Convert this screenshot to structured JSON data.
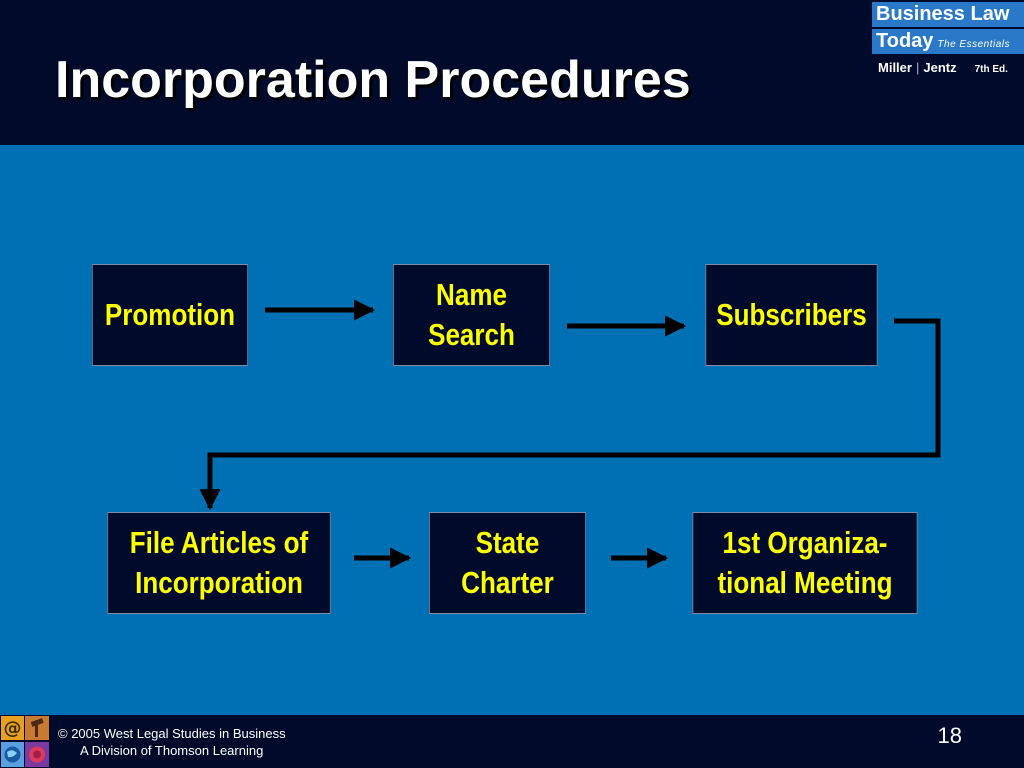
{
  "slide": {
    "title": "Incorporation Procedures",
    "page_number": "18"
  },
  "logo": {
    "line1": "Business Law",
    "line2": "Today",
    "tagline": "The Essentials",
    "authors_left": "Miller",
    "authors_right": "Jentz",
    "edition": "7th Ed."
  },
  "footer": {
    "copyright": "© 2005 West Legal Studies in Business",
    "division": "A Division of Thomson Learning"
  },
  "flowchart": {
    "steps": [
      {
        "id": "promotion",
        "label": "Promotion"
      },
      {
        "id": "name-search",
        "label": "Name\nSearch"
      },
      {
        "id": "subscribers",
        "label": "Subscribers"
      },
      {
        "id": "file-articles",
        "label": "File Articles of\nIncorporation"
      },
      {
        "id": "state-charter",
        "label": "State\nCharter"
      },
      {
        "id": "organizational-meeting",
        "label": "1st Organiza-\ntional Meeting"
      }
    ],
    "edges": [
      {
        "from": "promotion",
        "to": "name-search"
      },
      {
        "from": "name-search",
        "to": "subscribers"
      },
      {
        "from": "subscribers",
        "to": "file-articles"
      },
      {
        "from": "file-articles",
        "to": "state-charter"
      },
      {
        "from": "state-charter",
        "to": "organizational-meeting"
      }
    ]
  },
  "colors": {
    "header_bg": "#000a2a",
    "body_bg": "#0070b4",
    "box_bg": "#000a2a",
    "box_text": "#ffff00",
    "title_text": "#ffffff",
    "arrow": "#000000",
    "logo_accent": "#2a78c8"
  }
}
